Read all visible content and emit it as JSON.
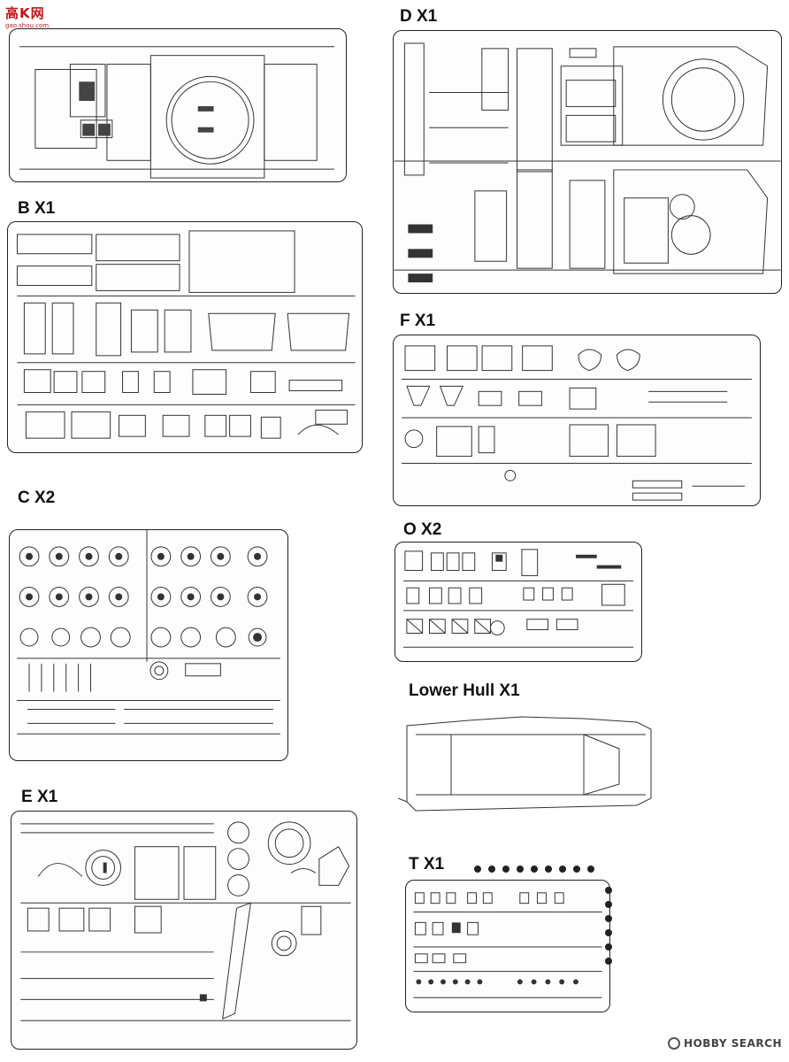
{
  "watermark": {
    "top_logo_cn": "高K网",
    "top_logo_url": "gao.shou.com",
    "hobby_search": "HOBBY SEARCH"
  },
  "sprues": {
    "a": {
      "label": ""
    },
    "b": {
      "label": "B X1"
    },
    "c": {
      "label": "C X2"
    },
    "d": {
      "label": "D X1"
    },
    "e": {
      "label": "E X1"
    },
    "f": {
      "label": "F X1"
    },
    "o": {
      "label": "O X2"
    },
    "lower_hull": {
      "label": "Lower Hull X1"
    },
    "t": {
      "label": "T X1"
    }
  },
  "colors": {
    "line": "#222222",
    "part": "#555555",
    "logo": "#c0161b"
  }
}
